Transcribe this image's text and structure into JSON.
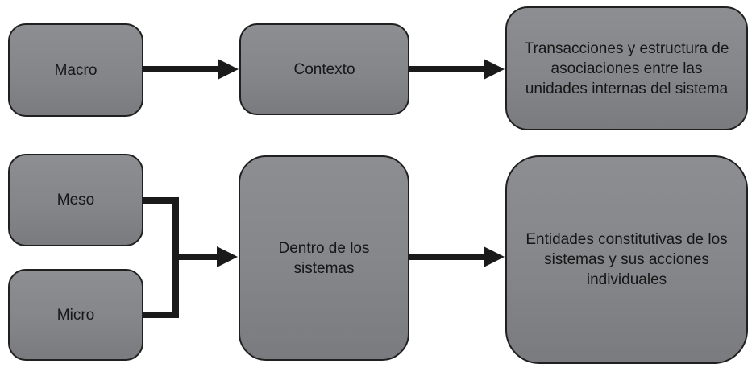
{
  "diagram": {
    "colors": {
      "box_fill_top": "#8c8e92",
      "box_fill_bottom": "#797b7f",
      "box_border": "#202020",
      "arrow": "#1a1a1a",
      "text": "#161616",
      "background": "#ffffff"
    },
    "nodes": {
      "macro": {
        "label": "Macro"
      },
      "contexto": {
        "label": "Contexto"
      },
      "transacciones": {
        "label": "Transacciones y estructura de asociaciones entre las unidades internas del sistema"
      },
      "meso": {
        "label": "Meso"
      },
      "micro": {
        "label": "Micro"
      },
      "dentro": {
        "label": "Dentro de los sistemas"
      },
      "entidades": {
        "label": "Entidades constitutivas de los sistemas y sus acciones individuales"
      }
    },
    "edges": [
      {
        "from": "macro",
        "to": "contexto"
      },
      {
        "from": "contexto",
        "to": "transacciones"
      },
      {
        "from": "meso",
        "to": "dentro"
      },
      {
        "from": "micro",
        "to": "dentro"
      },
      {
        "from": "dentro",
        "to": "entidades"
      }
    ]
  }
}
